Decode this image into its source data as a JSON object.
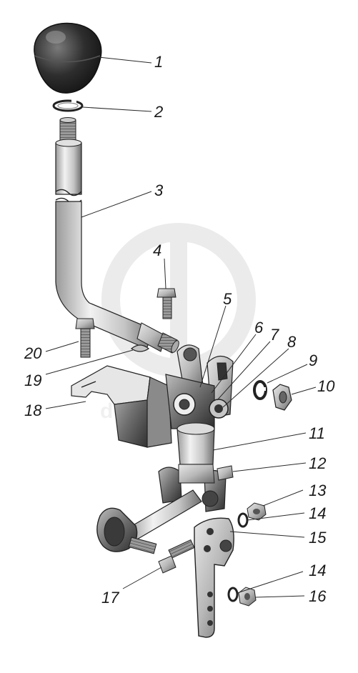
{
  "watermark": {
    "text": "detalparts"
  },
  "callouts": [
    {
      "number": "1"
    },
    {
      "number": "2"
    },
    {
      "number": "3"
    },
    {
      "number": "4"
    },
    {
      "number": "5"
    },
    {
      "number": "6"
    },
    {
      "number": "7"
    },
    {
      "number": "8"
    },
    {
      "number": "9"
    },
    {
      "number": "10"
    },
    {
      "number": "11"
    },
    {
      "number": "12"
    },
    {
      "number": "13"
    },
    {
      "number": "14"
    },
    {
      "number": "15"
    },
    {
      "number": "14"
    },
    {
      "number": "16"
    },
    {
      "number": "17"
    },
    {
      "number": "18"
    },
    {
      "number": "19"
    },
    {
      "number": "20"
    }
  ]
}
